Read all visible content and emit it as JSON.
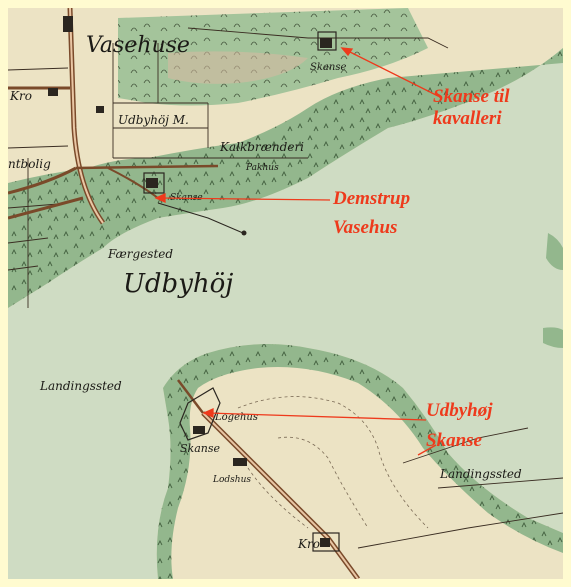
{
  "map": {
    "labels": {
      "vasehuse": "Vasehuse",
      "kro_nw": "Kro",
      "udbyhoj_mill": "Udbyhöj M.",
      "kalkbraenderi": "Kalkbrænderi",
      "pakhus": "Pakhus",
      "skanse_north": "Skanse",
      "skanse_mid": "Skanse",
      "ntbolig": "ntbolig",
      "faergested": "Færgested",
      "udbyhoj": "Udbyhöj",
      "landingssted_w": "Landingssted",
      "logehus": "Logehus",
      "skanse_south": "Skanse",
      "lodshus": "Lodshus",
      "landingssted_e": "Landingssted",
      "kro_south": "Kro"
    },
    "annotations": {
      "skanse_til_kavalleri": [
        "Skanse til",
        "kavalleri"
      ],
      "demstrup_vasehus": [
        "Demstrup",
        "Vasehus"
      ],
      "udbyhoj_skanse": [
        "Udbyhøj",
        "Skanse"
      ]
    },
    "colors": {
      "frame": "#fffbd0",
      "water": "#cfdcc3",
      "land": "#ece3c4",
      "meadow": "#93b78d",
      "road": "#7a4a2a",
      "annotation": "#ee3a1c"
    }
  }
}
